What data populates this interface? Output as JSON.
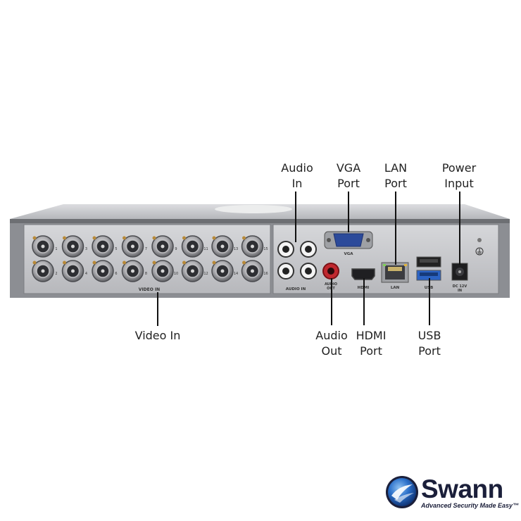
{
  "callouts": {
    "audio_in": [
      "Audio",
      "In"
    ],
    "vga_port": [
      "VGA",
      "Port"
    ],
    "lan_port": [
      "LAN",
      "Port"
    ],
    "power_input": [
      "Power",
      "Input"
    ],
    "video_in": [
      "Video In"
    ],
    "audio_out": [
      "Audio",
      "Out"
    ],
    "hdmi_port": [
      "HDMI",
      "Port"
    ],
    "usb_port": [
      "USB",
      "Port"
    ]
  },
  "panel_text": {
    "video_in": "VIDEO IN",
    "vga": "VGA",
    "audio_in": "AUDIO IN",
    "audio_out_1": "AUDIO",
    "audio_out_2": "OUT",
    "hdmi": "HDMI",
    "lan": "LAN",
    "usb": "USB",
    "dc_1": "DC 12V",
    "dc_2": "IN",
    "bnc_numbers": [
      "1",
      "3",
      "5",
      "7",
      "9",
      "11",
      "13",
      "15",
      "2",
      "4",
      "6",
      "8",
      "10",
      "12",
      "14",
      "16"
    ]
  },
  "logo": {
    "wordmark": "Swann",
    "tagline": "Advanced Security Made Easy™"
  },
  "colors": {
    "chassis": "#8c8e93",
    "panel": "#c9cacd",
    "audio_out_red": "#c0282f",
    "usb_blue": "#2b63c4",
    "brand_navy": "#1b1f3a",
    "brand_blue": "#2a6fc9"
  }
}
